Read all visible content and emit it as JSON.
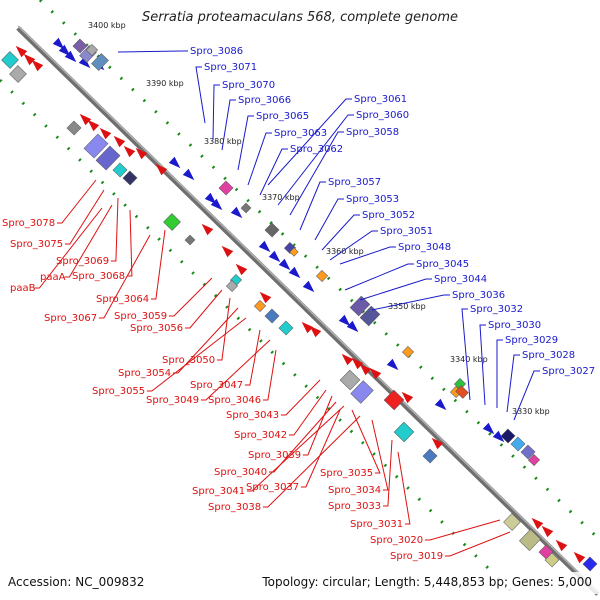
{
  "title": "Serratia proteamaculans 568, complete genome",
  "accession": "Accession: NC_009832",
  "summary": "Topology: circular; Length: 5,448,853 bp; Genes: 5,000",
  "scale_labels": [
    "3400 kbp",
    "3390 kbp",
    "3380 kbp",
    "3370 kbp",
    "3360 kbp",
    "3350 kbp",
    "3340 kbp",
    "3330 kbp"
  ],
  "forward_labels": [
    "Spro_3086",
    "Spro_3071",
    "Spro_3070",
    "Spro_3066",
    "Spro_3065",
    "Spro_3063",
    "Spro_3062",
    "Spro_3061",
    "Spro_3060",
    "Spro_3058",
    "Spro_3057",
    "Spro_3053",
    "Spro_3052",
    "Spro_3051",
    "Spro_3048",
    "Spro_3045",
    "Spro_3044",
    "Spro_3036",
    "Spro_3032",
    "Spro_3030",
    "Spro_3029",
    "Spro_3028",
    "Spro_3027"
  ],
  "reverse_labels": [
    "Spro_3078",
    "Spro_3075",
    "Spro_3069",
    "paaA",
    "Spro_3068",
    "paaB",
    "Spro_3064",
    "Spro_3067",
    "Spro_3059",
    "Spro_3056",
    "Spro_3050",
    "Spro_3054",
    "Spro_3055",
    "Spro_3047",
    "Spro_3049",
    "Spro_3046",
    "Spro_3043",
    "Spro_3042",
    "Spro_3039",
    "Spro_3040",
    "Spro_3035",
    "Spro_3037",
    "Spro_3041",
    "Spro_3034",
    "Spro_3038",
    "Spro_3033",
    "Spro_3031",
    "Spro_3020",
    "Spro_3019"
  ],
  "colors": {
    "forward": "#1a1acc",
    "reverse": "#dd1111",
    "backbone": "#888888",
    "tick": "#1a8a1a"
  }
}
